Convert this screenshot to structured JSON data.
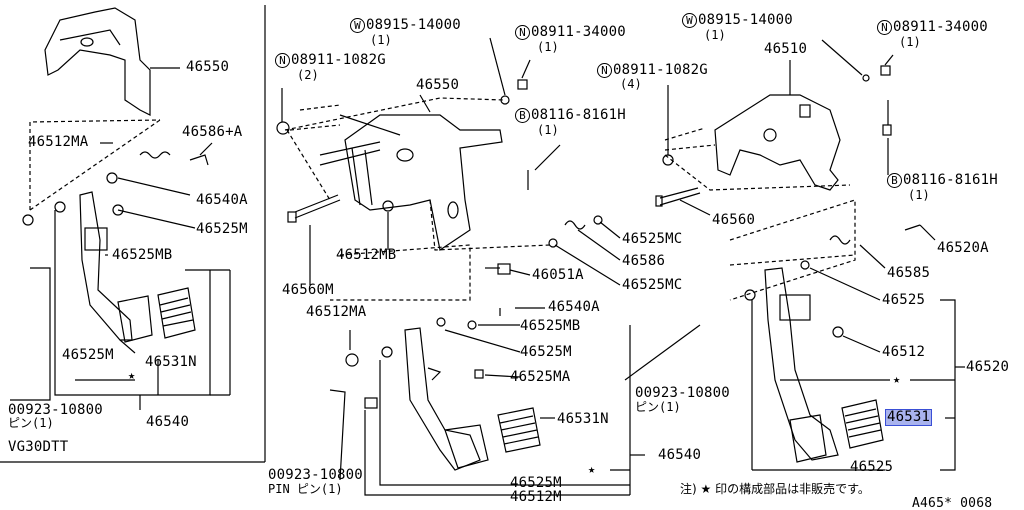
{
  "left_panel": {
    "variant_label": "VG30DTT",
    "parts": {
      "bracket": "46550",
      "pedal_assy": "46540",
      "pin": "00923-10800",
      "pin_sub": "ピン(1)",
      "spring": "46586+A",
      "bolt": "46540A",
      "bushing_ma": "46512MA",
      "bushing_mb": "46525MB",
      "bushing_m": "46525M",
      "stopper_m": "46525M",
      "pad": "46531N"
    }
  },
  "center": {
    "washer_a": {
      "code": "08915-14000",
      "qty": "(1)",
      "prefix": "W"
    },
    "nut_a": {
      "code": "08911-34000",
      "qty": "(1)",
      "prefix": "N"
    },
    "nut_b": {
      "code": "08911-1082G",
      "qty": "(2)",
      "prefix": "N"
    },
    "nut_c": {
      "code": "08911-1082G",
      "qty": "(4)",
      "prefix": "N"
    },
    "bolt_b": {
      "code": "08116-8161H",
      "qty": "(1)",
      "prefix": "B"
    },
    "bracket": "46550",
    "bushing_mb": "46512MB",
    "bolt_m": "46560M",
    "mc1": "46525MC",
    "spring": "46586",
    "nut_51": "46051A",
    "mc2": "46525MC",
    "pin_bolt": "46540A",
    "bushing_ma": "46512MA",
    "collar_mb": "46525MB",
    "collar_m": "46525M",
    "clip_ma": "46525MA",
    "pin": "00923-10800",
    "pin_sub": "PIN ピン(1)",
    "pad": "46531N",
    "assy": "46540",
    "stop_m": "46525M",
    "arm_m": "46512M"
  },
  "right": {
    "washer_a": {
      "code": "08915-14000",
      "qty": "(1)",
      "prefix": "W"
    },
    "nut_a": {
      "code": "08911-34000",
      "qty": "(1)",
      "prefix": "N"
    },
    "bolt_b": {
      "code": "08116-8161H",
      "qty": "(1)",
      "prefix": "B"
    },
    "bracket": "46510",
    "bolt": "46560",
    "pin_bolt": "46520A",
    "spring": "46585",
    "collar": "46525",
    "bushing": "46512",
    "assy": "46520",
    "pin": "00923-10800",
    "pin_sub": "ピン(1)",
    "pad": "46531",
    "stop": "46525"
  },
  "footnote": "注) ★ 印の構成部品は非販売です。",
  "star": "★",
  "diagram_id": "A465* 0068"
}
